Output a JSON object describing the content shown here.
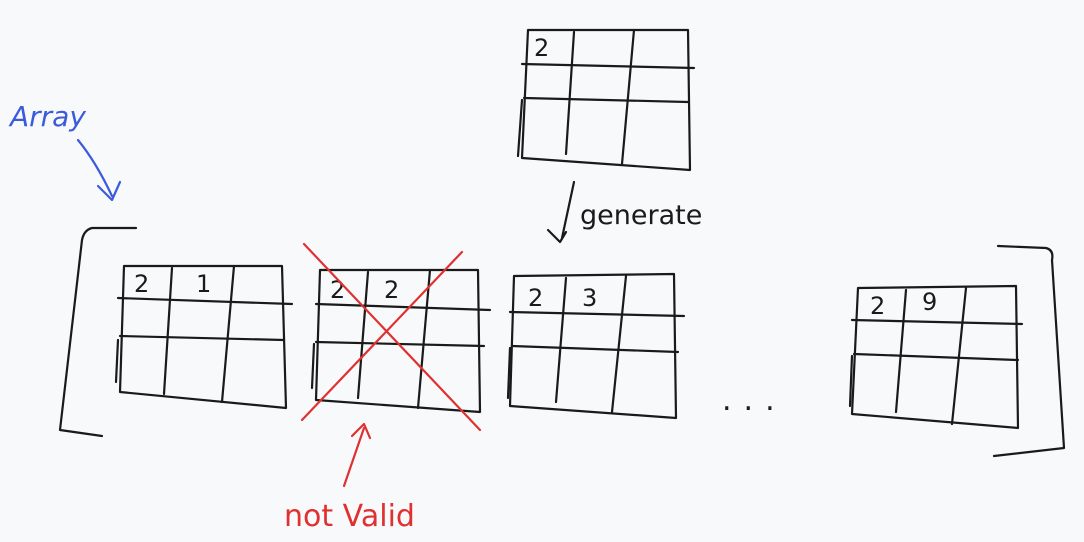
{
  "annotations": {
    "array_label": "Array",
    "generate_label": "generate",
    "not_valid_label": "not Valid",
    "ellipsis": "..."
  },
  "grids": {
    "source": {
      "cell": "2"
    },
    "first": {
      "cells": [
        "2",
        "1"
      ]
    },
    "second": {
      "cells": [
        "2",
        "2"
      ]
    },
    "third": {
      "cells": [
        "2",
        "3"
      ]
    },
    "last": {
      "cells": [
        "2",
        "9"
      ]
    }
  },
  "colors": {
    "ink": "#1a1a1a",
    "array_label": "#3b5bdb",
    "invalid": "#e03131",
    "background": "#f8f9fb"
  }
}
